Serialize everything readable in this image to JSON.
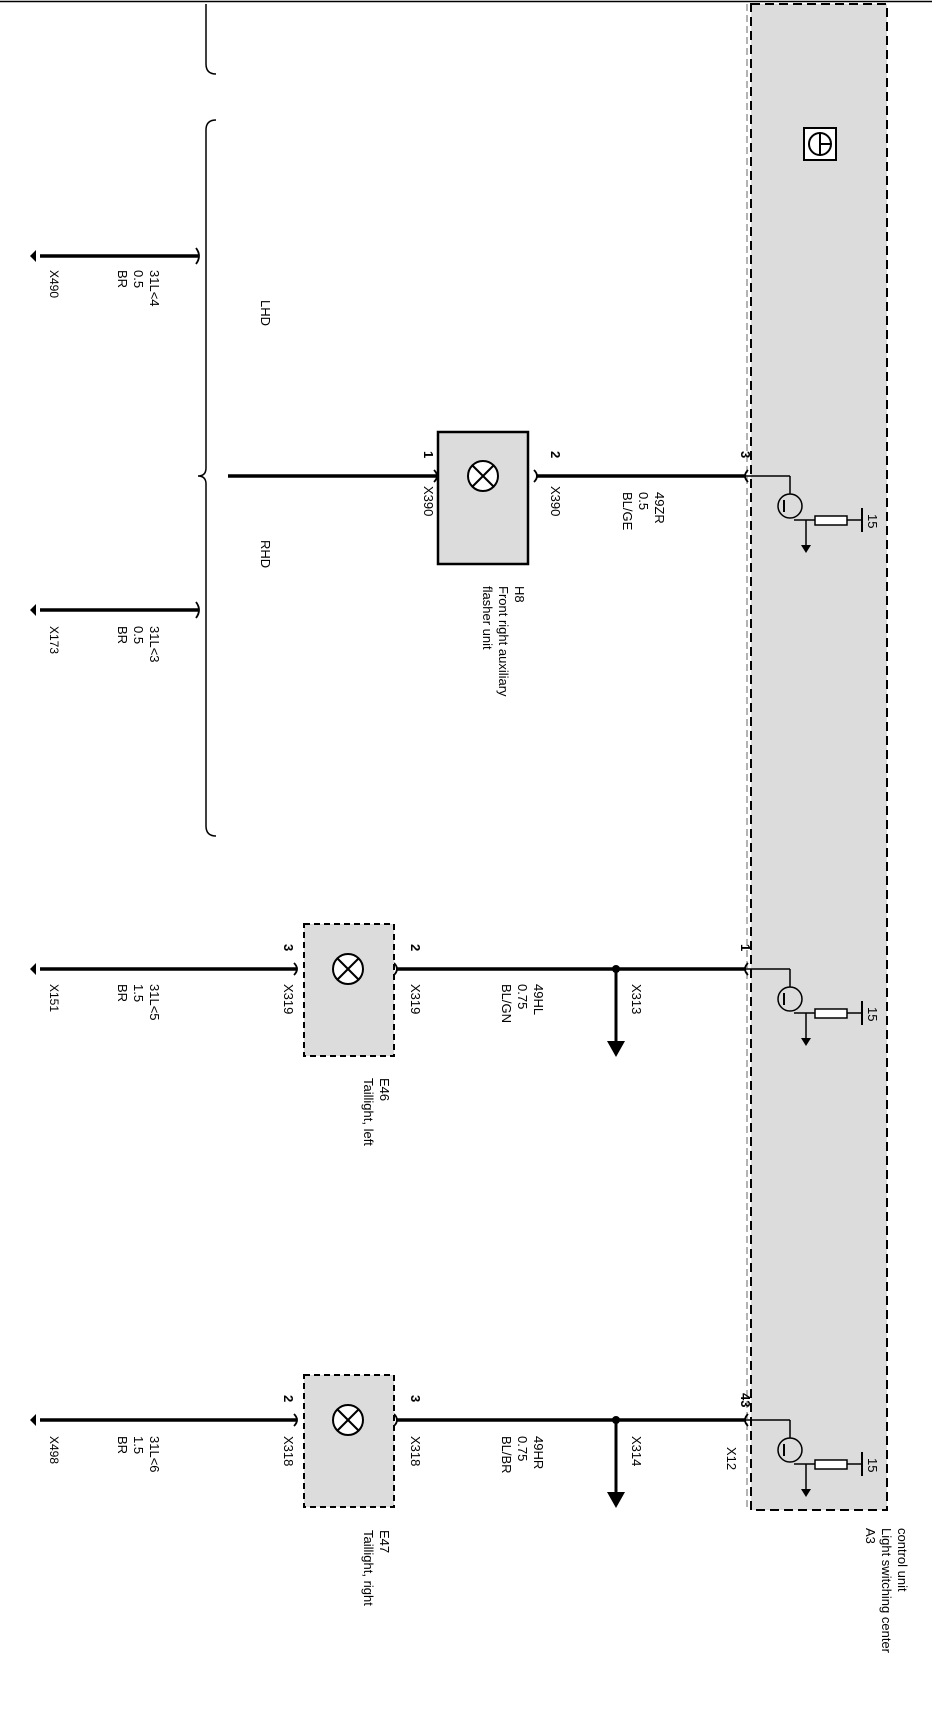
{
  "control_unit": {
    "ref": "A3",
    "name_line1": "Light switching center",
    "name_line2": "control unit",
    "icon": "diagnosis-symbol-icon",
    "connector": "X12",
    "supply_terminal": "15"
  },
  "variants": {
    "lhd": "LHD",
    "rhd": "RHD"
  },
  "circuits": [
    {
      "pin_unit": "3",
      "wire": {
        "name": "49ZR",
        "size": "0.5",
        "color": "BL/GE"
      },
      "component": {
        "ref": "H8",
        "name_line1": "Front right auxiliary",
        "name_line2": "flasher unit",
        "icon": "lamp-icon"
      },
      "pin_in": "2",
      "connector_in": "X390",
      "pin_out": "1",
      "connector_out": "X390",
      "grounds": [
        {
          "wire": "31L<4",
          "size": "0.5",
          "color": "BR",
          "point": "X490"
        },
        {
          "wire": "31L<3",
          "size": "0.5",
          "color": "BR",
          "point": "X173"
        }
      ]
    },
    {
      "pin_unit": "1",
      "wire": {
        "name": "49HL",
        "size": "0.75",
        "color": "BL/GN"
      },
      "splice": "X313",
      "component": {
        "ref": "E46",
        "name_line1": "Taillight, left",
        "name_line2": "",
        "icon": "lamp-icon"
      },
      "pin_in": "2",
      "connector_in": "X319",
      "pin_out": "3",
      "connector_out": "X319",
      "grounds": [
        {
          "wire": "31L<5",
          "size": "1.5",
          "color": "BR",
          "point": "X151"
        }
      ]
    },
    {
      "pin_unit": "43",
      "wire": {
        "name": "49HR",
        "size": "0.75",
        "color": "BL/BR"
      },
      "splice": "X314",
      "component": {
        "ref": "E47",
        "name_line1": "Taillight, right",
        "name_line2": "",
        "icon": "lamp-icon"
      },
      "pin_in": "3",
      "connector_in": "X318",
      "pin_out": "2",
      "connector_out": "X318",
      "grounds": [
        {
          "wire": "31L<6",
          "size": "1.5",
          "color": "BR",
          "point": "X498"
        }
      ]
    }
  ]
}
